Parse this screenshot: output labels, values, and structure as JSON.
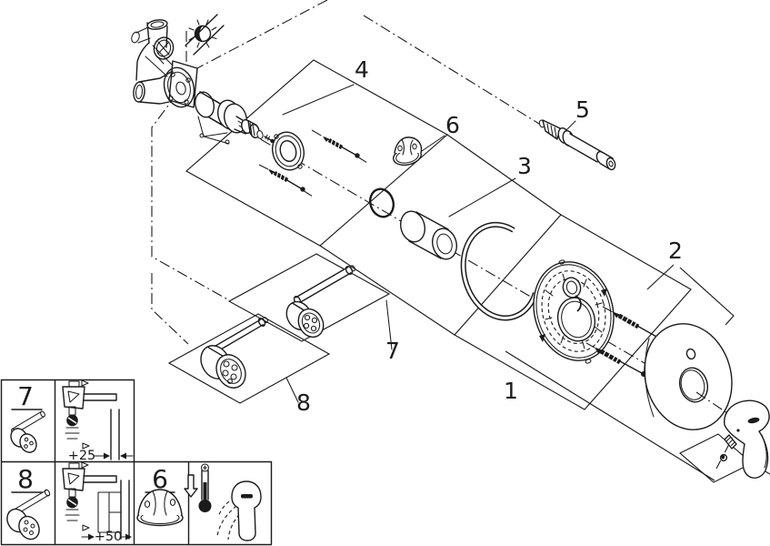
{
  "diagram": {
    "title": "Exploded parts diagram - concealed single-lever mixer trim set",
    "background_color": "#ffffff",
    "line_color": "#1b1b1b",
    "callouts": {
      "part1": "1",
      "part2": "2",
      "part3": "3",
      "part4": "4",
      "part5": "5",
      "part6": "6",
      "part7": "7",
      "part8": "8"
    },
    "insets": {
      "extension_25": {
        "label": "7",
        "dimension": "+25"
      },
      "extension_50": {
        "label": "8",
        "dimension": "+50"
      },
      "stop_ring": {
        "label": "6"
      },
      "temperature_cell": {
        "icon": "thermometer-down-icon",
        "second_icon": "lever-handle-positions-icon"
      }
    },
    "icons": {
      "rough_in_symbol": "crossed-sun-icon",
      "wall_marks": "tile-reference-triangles"
    }
  }
}
